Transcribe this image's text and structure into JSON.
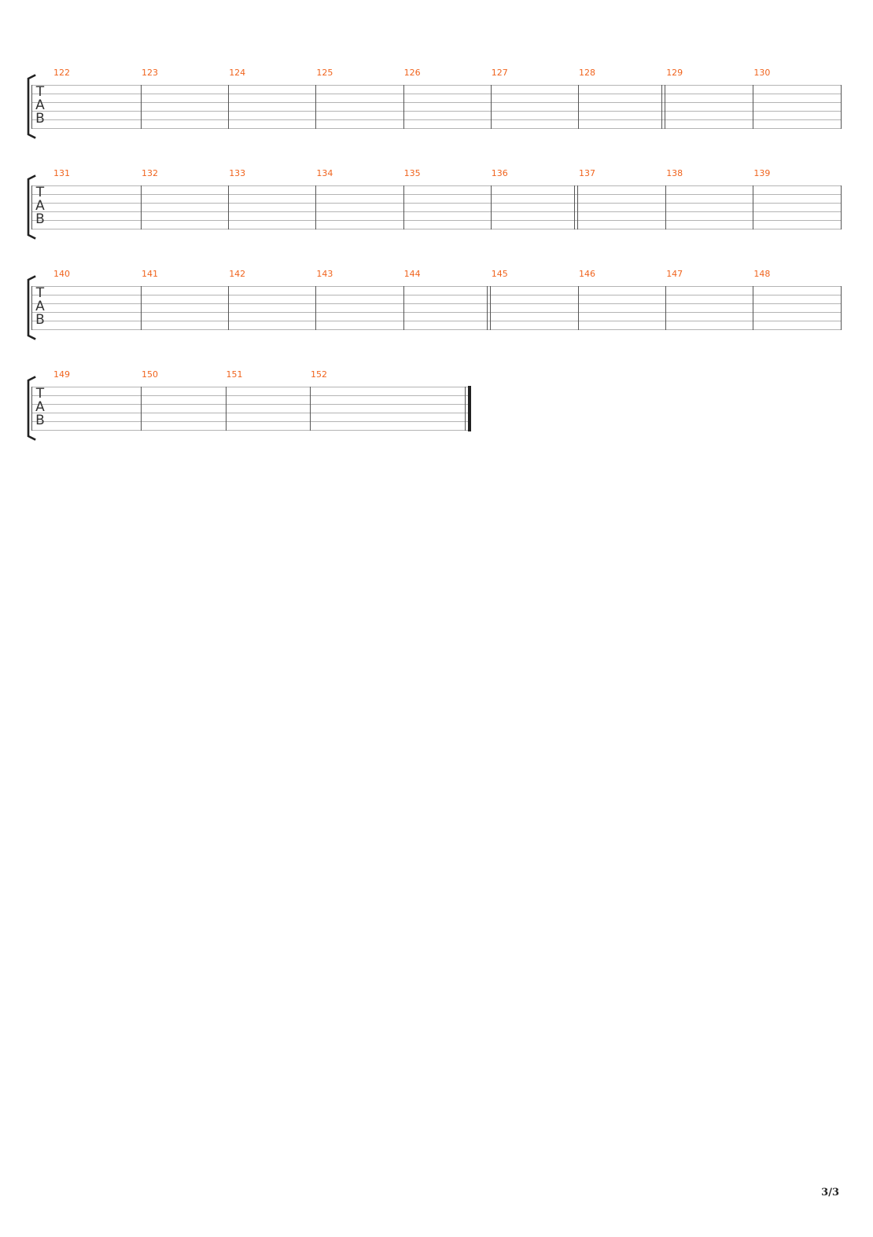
{
  "tab_clef": [
    "T",
    "A",
    "B"
  ],
  "systems": [
    {
      "measures": [
        "122",
        "123",
        "124",
        "125",
        "126",
        "127",
        "128",
        "129",
        "130"
      ],
      "double_bar_before": [
        "129"
      ],
      "final_bar": false
    },
    {
      "measures": [
        "131",
        "132",
        "133",
        "134",
        "135",
        "136",
        "137",
        "138",
        "139"
      ],
      "double_bar_before": [
        "137"
      ],
      "final_bar": false
    },
    {
      "measures": [
        "140",
        "141",
        "142",
        "143",
        "144",
        "145",
        "146",
        "147",
        "148"
      ],
      "double_bar_before": [
        "145"
      ],
      "final_bar": false
    },
    {
      "measures": [
        "149",
        "150",
        "151",
        "152"
      ],
      "double_bar_before": [],
      "final_bar": true
    }
  ],
  "footer": {
    "page_number": "3/3"
  },
  "colors": {
    "measure_number": "#f0641e",
    "staff_line": "#b4b4b4",
    "barline": "#555555",
    "bracket": "#222222"
  }
}
